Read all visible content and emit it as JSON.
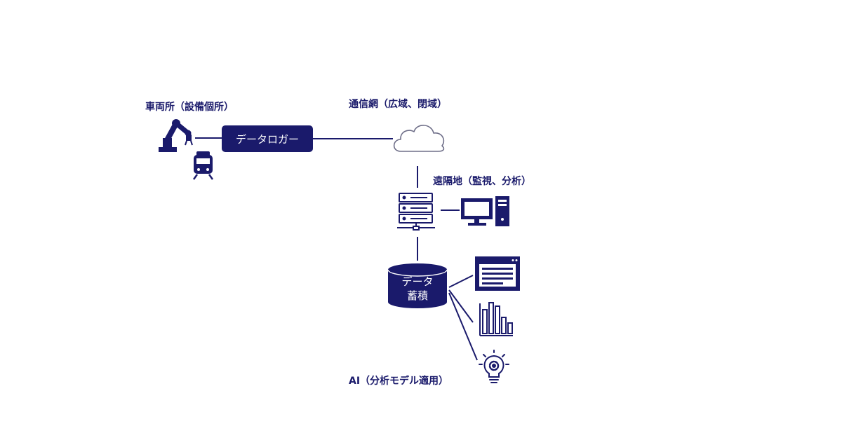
{
  "labels": {
    "depot": "車両所（設備個所）",
    "network": "通信網（広域、閉域）",
    "remote": "遠隔地（監視、分析）",
    "ai": "AI（分析モデル適用）"
  },
  "logger": {
    "label": "データロガー"
  },
  "storage": {
    "line1": "データ",
    "line2": "蓄積"
  },
  "colors": {
    "navy": "#1a1a6b",
    "line": "#1a1a6b",
    "cloud_stroke": "#6e6e88",
    "white": "#ffffff"
  },
  "icons": {
    "robot_arm": "robot-arm-icon",
    "train": "train-icon",
    "cloud": "cloud-icon",
    "server": "server-network-icon",
    "desktop": "desktop-computer-icon",
    "browser": "browser-window-icon",
    "bar_chart": "bar-chart-icon",
    "bulb": "lightbulb-gear-icon"
  }
}
